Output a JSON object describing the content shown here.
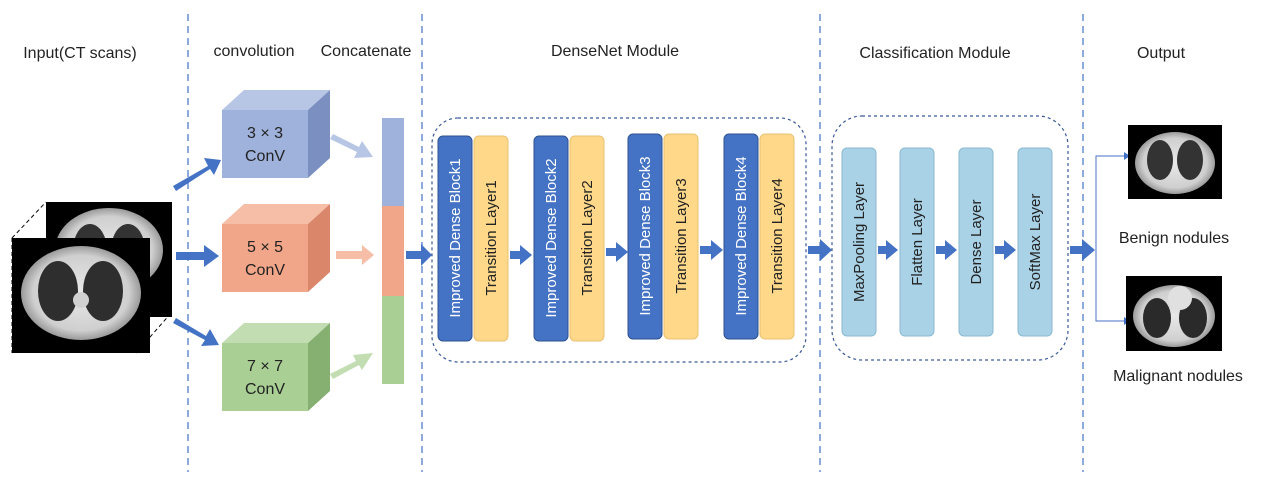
{
  "headers": {
    "input": "Input(CT scans)",
    "convolution": "convolution",
    "concatenate": "Concatenate",
    "densenet": "DenseNet Module",
    "classification": "Classification Module",
    "output": "Output"
  },
  "conv_blocks": [
    {
      "line1": "3 × 3",
      "line2": "ConV",
      "color": "#9fb2dc"
    },
    {
      "line1": "5 × 5",
      "line2": "ConV",
      "color": "#f2a689"
    },
    {
      "line1": "7 × 7",
      "line2": "ConV",
      "color": "#a9cf95"
    }
  ],
  "dense_blocks": [
    {
      "block": "Improved Dense Block1",
      "transition": "Transition Layer1"
    },
    {
      "block": "Improved Dense Block2",
      "transition": "Transition Layer2"
    },
    {
      "block": "Improved Dense Block3",
      "transition": "Transition Layer3"
    },
    {
      "block": "Improved Dense Block4",
      "transition": "Transition Layer4"
    }
  ],
  "classification_layers": [
    "MaxPooling Layer",
    "Flatten Layer",
    "Dense Layer",
    "SoftMax Layer"
  ],
  "outputs": {
    "benign": "Benign nodules",
    "malignant": "Malignant nodules"
  },
  "colors": {
    "arrow": "#4472c4",
    "dense_block": "#4472c4",
    "transition": "#ffd88a",
    "classification": "#a9d2e6",
    "divider": "#4472c4"
  }
}
